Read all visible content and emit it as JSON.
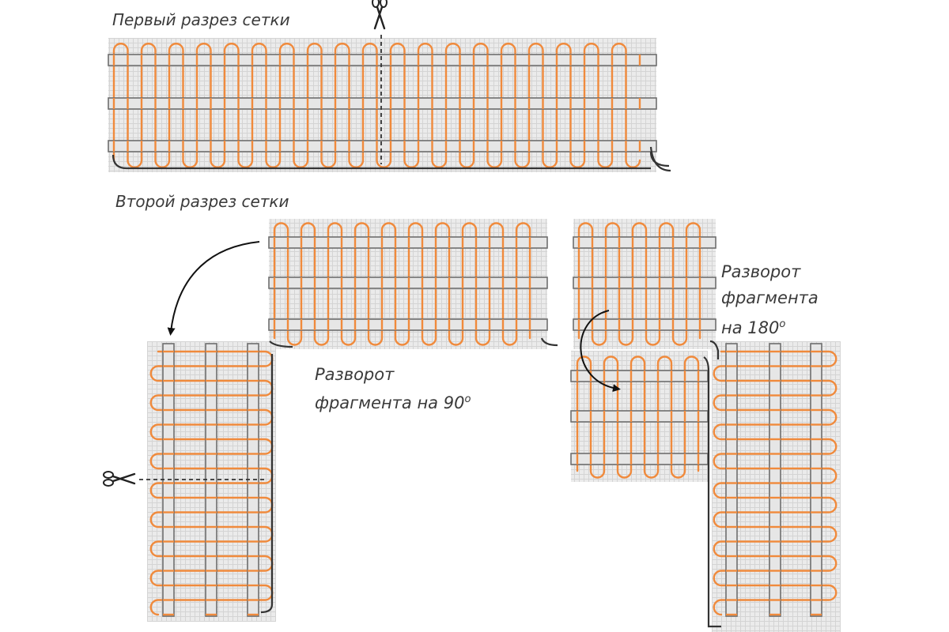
{
  "labels": {
    "first_cut": "Первый разрез сетки",
    "second_cut": "Второй разрез сетки",
    "rotate_90_line1": "Разворот",
    "rotate_90_line2": "фрагмента на 90",
    "rotate_90_sup": "о",
    "rotate_180_line1": "Разворот",
    "rotate_180_line2": "фрагмента",
    "rotate_180_line3": "на 180",
    "rotate_180_sup": "о"
  },
  "colors": {
    "heating_cable": "#f08a3c",
    "mesh_background": "#e8e8e8",
    "mesh_grid": "#d2d2d2",
    "fixing_tape_fill": "#e6e6e6",
    "fixing_tape_stroke": "#6e6e6e",
    "power_cable": "#333333",
    "cut_line": "#333333",
    "text": "#3a3a3a"
  },
  "icons": [
    "scissors-icon",
    "curved-arrow-icon"
  ]
}
